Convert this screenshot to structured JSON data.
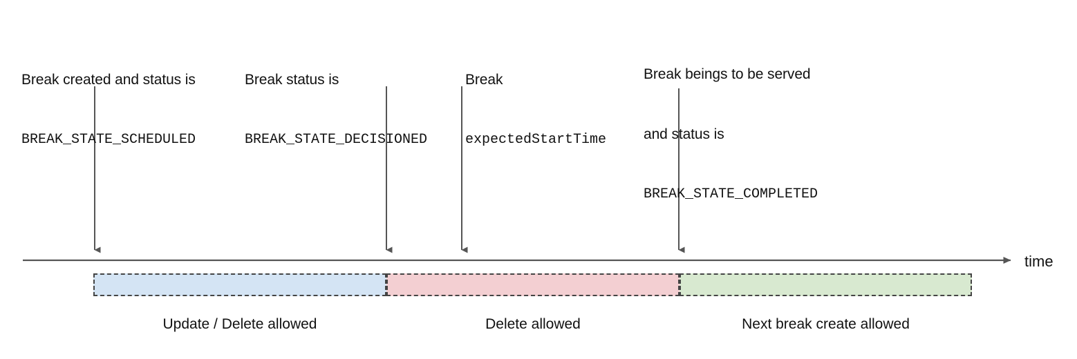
{
  "diagram": {
    "title": "Break lifecycle timeline",
    "axis": {
      "label": "time",
      "arrow_icon": "arrow-right-icon"
    },
    "colors": {
      "blue_segment": "#d4e4f4",
      "pink_segment": "#f3cfd2",
      "green_segment": "#d8e9d0",
      "dash_border": "#444444",
      "axis_line": "#555555",
      "arrow": "#555555",
      "text": "#111111"
    },
    "events": [
      {
        "id": "break-created",
        "lines": [
          {
            "text": "Break created and status is",
            "mono": false
          },
          {
            "text": "BREAK_STATE_SCHEDULED",
            "mono": true
          }
        ]
      },
      {
        "id": "break-decisioned",
        "lines": [
          {
            "text": "Break status is",
            "mono": false
          },
          {
            "text": "BREAK_STATE_DECISIONED",
            "mono": true
          }
        ]
      },
      {
        "id": "break-expected-start",
        "lines": [
          {
            "text": "Break",
            "mono": false
          },
          {
            "text": "expectedStartTime",
            "mono": true
          }
        ]
      },
      {
        "id": "break-completed",
        "lines": [
          {
            "text": "Break beings to be served",
            "mono": false
          },
          {
            "text": "and status is",
            "mono": false
          },
          {
            "text": "BREAK_STATE_COMPLETED",
            "mono": true
          }
        ]
      }
    ],
    "phases": [
      {
        "id": "update-delete",
        "caption": "Update / Delete allowed",
        "color": "#d4e4f4"
      },
      {
        "id": "delete-only",
        "caption": "Delete allowed",
        "color": "#f3cfd2"
      },
      {
        "id": "next-break-create",
        "caption": "Next break create allowed",
        "color": "#d8e9d0"
      }
    ]
  }
}
